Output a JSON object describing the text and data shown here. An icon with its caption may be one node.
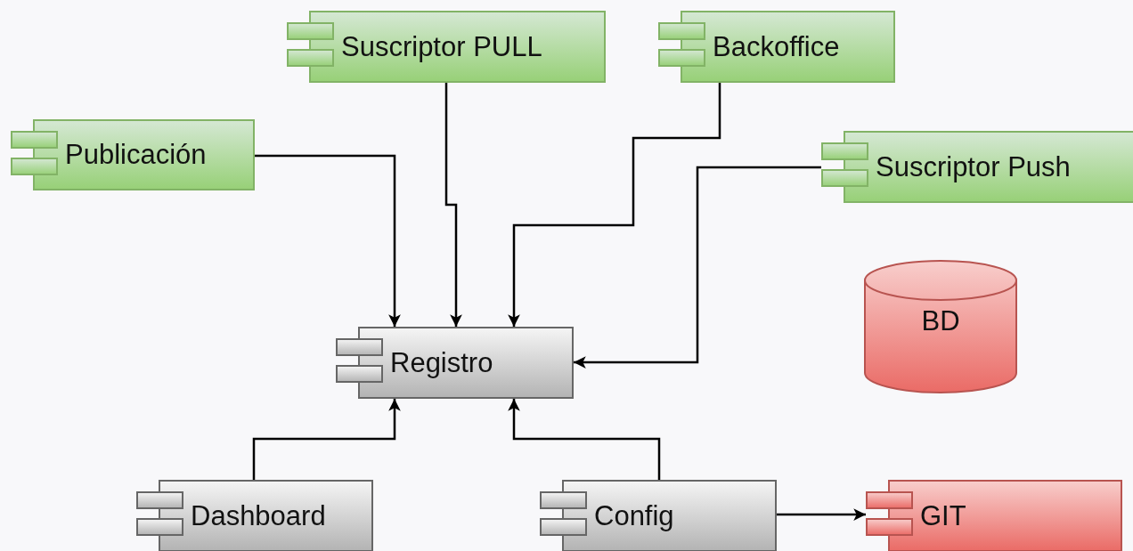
{
  "diagram": {
    "nodes": [
      {
        "text": [
          "Suscriptor PULL"
        ]
      },
      {
        "text": [
          "Backoffice"
        ]
      },
      {
        "text": [
          "Publicación"
        ]
      },
      {
        "text": [
          "Suscriptor Push"
        ]
      },
      {
        "text": [
          "BD"
        ]
      },
      {
        "text": [
          "Registro"
        ]
      },
      {
        "text": [
          "Dashboard"
        ]
      },
      {
        "text": [
          "Config"
        ]
      },
      {
        "text": [
          "GIT"
        ]
      }
    ],
    "edges": [
      {
        "from": 2,
        "to": 5,
        "arrow": "to"
      },
      {
        "from": 0,
        "to": 5,
        "arrow": "to"
      },
      {
        "from": 1,
        "to": 5,
        "arrow": "to"
      },
      {
        "from": 3,
        "to": 5,
        "arrow": "to"
      },
      {
        "from": 6,
        "to": 5,
        "arrow": "to"
      },
      {
        "from": 7,
        "to": 5,
        "arrow": "to"
      },
      {
        "from": 7,
        "to": 8,
        "arrow": "to"
      }
    ]
  }
}
